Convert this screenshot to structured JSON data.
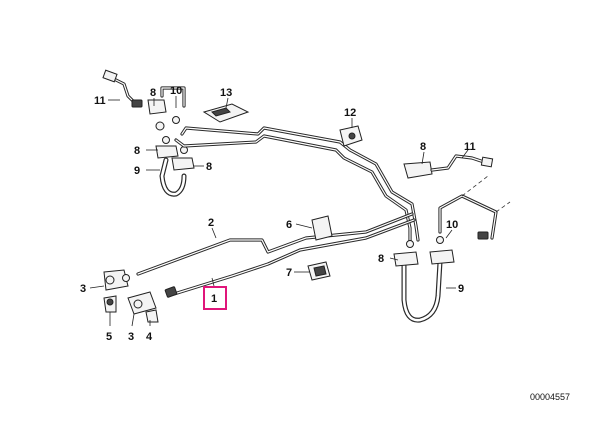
{
  "diagram": {
    "document_number": "00004557",
    "callouts": [
      {
        "id": "c11a",
        "label": "11"
      },
      {
        "id": "c8a",
        "label": "8"
      },
      {
        "id": "c10a",
        "label": "10"
      },
      {
        "id": "c13",
        "label": "13"
      },
      {
        "id": "c8b",
        "label": "8"
      },
      {
        "id": "c8c",
        "label": "8"
      },
      {
        "id": "c9a",
        "label": "9"
      },
      {
        "id": "c12",
        "label": "12"
      },
      {
        "id": "c8d",
        "label": "8"
      },
      {
        "id": "c11b",
        "label": "11"
      },
      {
        "id": "c2",
        "label": "2"
      },
      {
        "id": "c6",
        "label": "6"
      },
      {
        "id": "c10b",
        "label": "10"
      },
      {
        "id": "c8e",
        "label": "8"
      },
      {
        "id": "c7",
        "label": "7"
      },
      {
        "id": "c9b",
        "label": "9"
      },
      {
        "id": "c3a",
        "label": "3"
      },
      {
        "id": "c1",
        "label": "1"
      },
      {
        "id": "c5",
        "label": "5"
      },
      {
        "id": "c3b",
        "label": "3"
      },
      {
        "id": "c4",
        "label": "4"
      }
    ],
    "highlighted_callout": "1",
    "highlight_color": "#e0157a"
  }
}
